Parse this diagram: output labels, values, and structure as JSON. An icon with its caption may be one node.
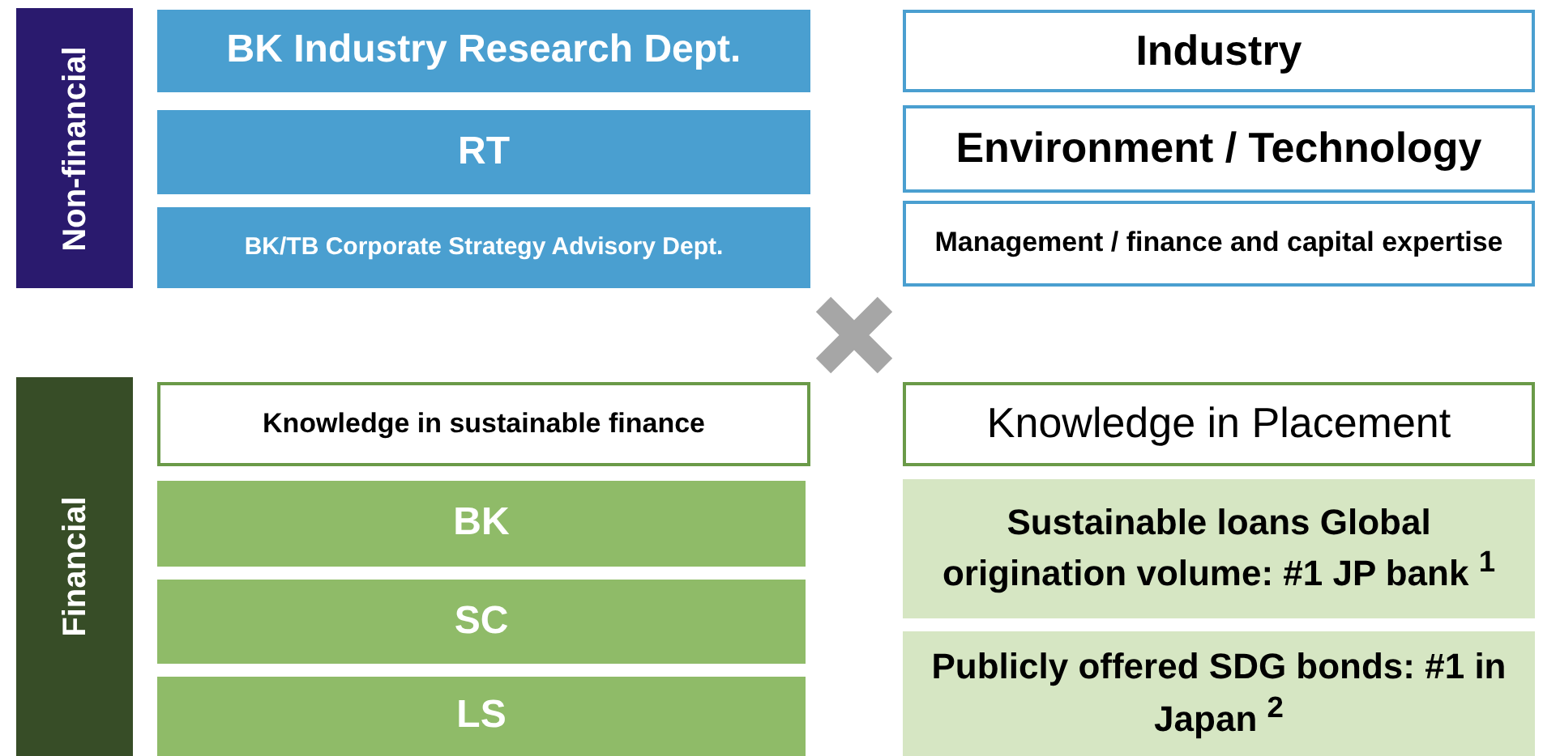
{
  "diagram": {
    "nodes": [
      {
        "text": [
          "Non-financial"
        ]
      },
      {
        "text": [
          "BK Industry Research Dept."
        ]
      },
      {
        "text": [
          "RT"
        ]
      },
      {
        "text": [
          "BK/TB Corporate Strategy Advisory Dept."
        ]
      },
      {
        "text": [
          "Industry"
        ]
      },
      {
        "text": [
          "Environment / Technology"
        ]
      },
      {
        "text": [
          "Management / finance and capital expertise"
        ]
      },
      {
        "text": [
          "Financial"
        ]
      },
      {
        "text": [
          "Knowledge in sustainable finance"
        ]
      },
      {
        "text": [
          "BK"
        ]
      },
      {
        "text": [
          "SC"
        ]
      },
      {
        "text": [
          "LS"
        ]
      },
      {
        "text": [
          "Knowledge in Placement"
        ]
      },
      {
        "text": [
          "Sustainable loans Global origination volume: #1 JP bank $^{1}$"
        ]
      },
      {
        "text": [
          "Publicly offered SDG bonds: #1 in Japan $^{2}$"
        ]
      }
    ]
  }
}
